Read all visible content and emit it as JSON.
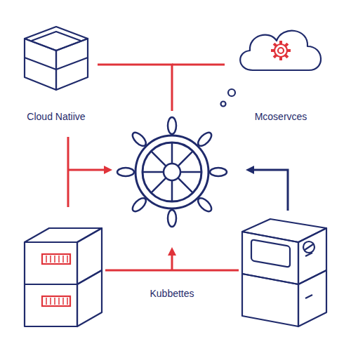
{
  "diagram": {
    "nodes": [
      {
        "text": [
          "Cloud Natiive"
        ]
      },
      {
        "text": [
          "Mcoservces"
        ]
      },
      {
        "text": [
          "Kubbettes"
        ]
      }
    ],
    "edges": [
      {
        "from": 0,
        "to": 2,
        "arrow": "none"
      }
    ],
    "labels": [
      "#1969438132"
    ]
  }
}
